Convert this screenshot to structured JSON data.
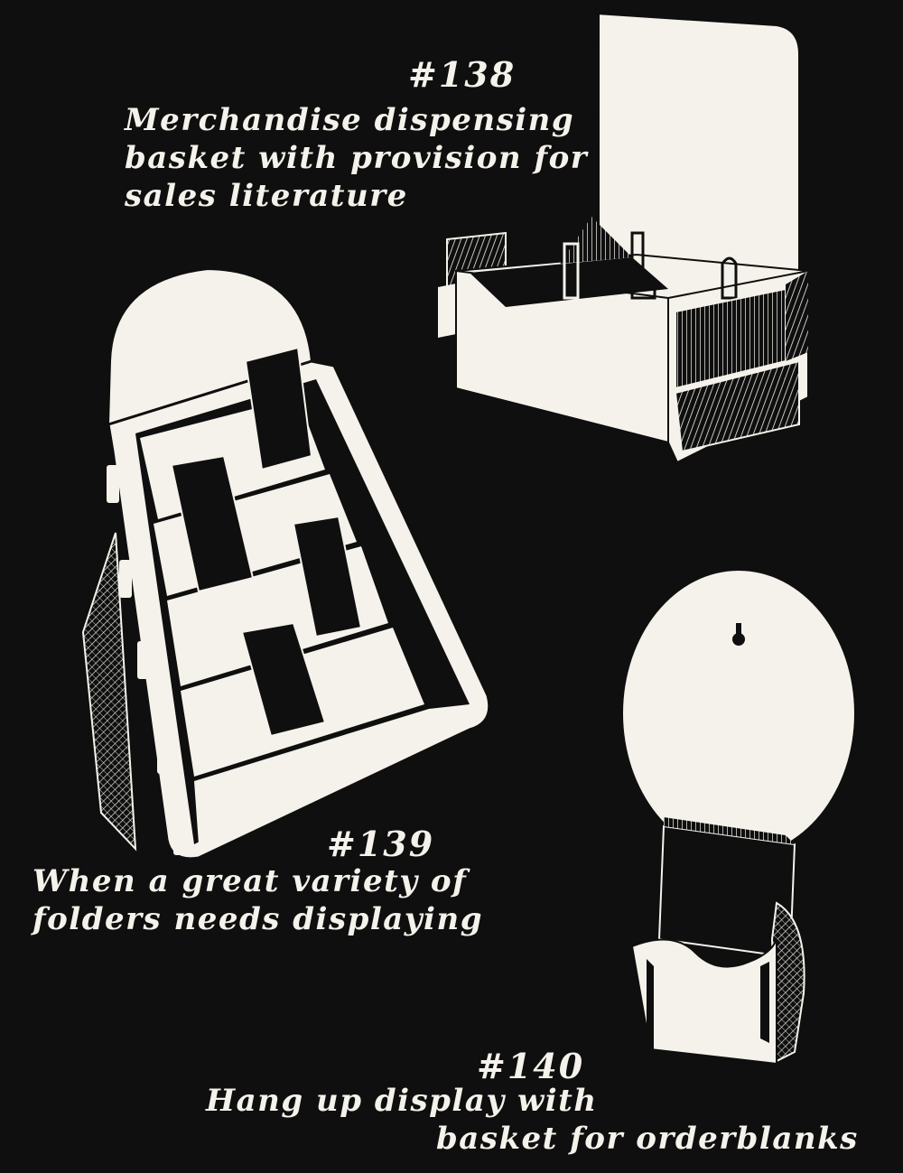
{
  "colors": {
    "background": "#0f0f0f",
    "ink": "#f4f2ea"
  },
  "items": [
    {
      "number": "#138",
      "caption_lines": [
        "Merchandise dispensing",
        "basket with provision for",
        "sales literature"
      ],
      "illustration": "merchandise-dispensing-basket"
    },
    {
      "number": "#139",
      "caption_lines": [
        "When a great variety of",
        "folders needs displaying"
      ],
      "illustration": "tiered-folder-display-rack"
    },
    {
      "number": "#140",
      "caption_lines": [
        "Hang up display with",
        "basket for orderblanks"
      ],
      "illustration": "hang-up-display-with-basket"
    }
  ]
}
